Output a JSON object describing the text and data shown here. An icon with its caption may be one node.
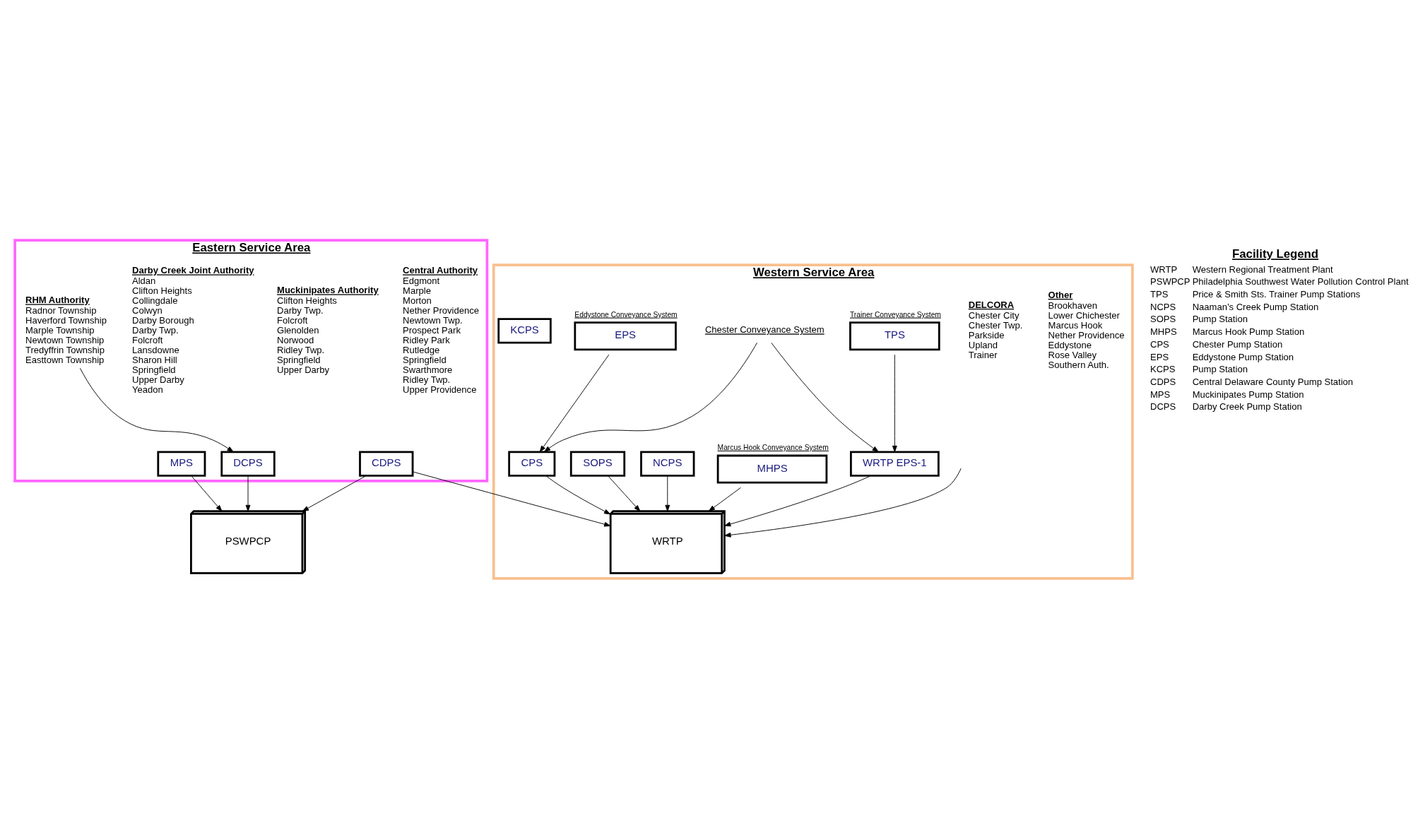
{
  "diagram": {
    "nodes": [
      {
        "text": [
          "Western Service Area"
        ]
      },
      {
        "text": [
          "Other",
          "Brookhaven",
          "Lower Chichester",
          "Marcus Hook",
          "Nether Providence",
          "Eddystone",
          "Rose Valley",
          "Southern Auth."
        ],
        "in": 0
      },
      {
        "text": [
          "DELCORA",
          "Chester City",
          "Chester Twp.",
          "Parkside",
          "Upland",
          "Trainer"
        ],
        "in": 0
      },
      {
        "text": [
          "Trainer Conveyance System",
          "TPS"
        ],
        "in": 0
      },
      {
        "text": [
          "Chester Conveyance System"
        ],
        "in": 0
      },
      {
        "text": [
          "WRTP EPS-1"
        ],
        "in": 0
      },
      {
        "text": [
          "Marcus Hook Conveyance System",
          "MHPS"
        ],
        "in": 0
      },
      {
        "text": [
          "NCPS"
        ],
        "in": 0
      },
      {
        "text": [
          "WRTP"
        ],
        "in": 0
      },
      {
        "text": [
          "SOPS"
        ],
        "in": 0
      },
      {
        "text": [
          "CPS"
        ],
        "in": 0
      },
      {
        "text": [
          "Eddystone Conveyance System",
          "EPS"
        ],
        "in": 0
      },
      {
        "text": [
          "KCPS"
        ],
        "in": 0
      },
      {
        "text": [
          "Eastern Service Area"
        ]
      },
      {
        "text": [
          "Central Authority",
          "Edgmont",
          "Marple",
          "Morton",
          "Nether Providence",
          "Newtown Twp.",
          "Prospect Park",
          "Ridley Park",
          "Rutledge",
          "Springfield",
          "Swarthmore",
          "Ridley Twp.",
          "Upper Providence"
        ],
        "in": 13
      },
      {
        "text": [
          "Muckinipates Authority",
          "Clifton Heights",
          "Darby Twp.",
          "Folcroft",
          "Glenolden",
          "Norwood",
          "Ridley Twp.",
          "Springfield",
          "Upper Darby"
        ],
        "in": 13
      },
      {
        "text": [
          "Darby Creek Joint Authority",
          "Aldan",
          "Clifton Heights",
          "Collingdale",
          "Colwyn",
          "Darby Borough",
          "Darby Twp.",
          "Folcroft",
          "Lansdowne",
          "Sharon Hill",
          "Springfield",
          "Upper Darby",
          "Yeadon"
        ],
        "in": 13
      },
      {
        "text": [
          "RHM Authority",
          "Radnor Township",
          "Haverford Township",
          "Marple Township",
          "Newtown Township",
          "Tredyffrin Township",
          "Easttown Township"
        ],
        "in": 13
      },
      {
        "text": [
          "CDPS"
        ],
        "in": 13
      },
      {
        "text": [
          "MPS"
        ],
        "in": 13
      },
      {
        "text": [
          "DCPS"
        ],
        "in": 13
      },
      {
        "text": [
          "PSWPCP"
        ]
      }
    ],
    "edges": [
      {
        "from": 3,
        "to": 5,
        "arrow": "to"
      },
      {
        "from": 4,
        "to": 5,
        "arrow": "to"
      },
      {
        "from": 4,
        "to": 10,
        "arrow": "to"
      },
      {
        "from": 5,
        "to": 8,
        "arrow": "to"
      },
      {
        "from": 6,
        "to": 8,
        "arrow": "to"
      },
      {
        "from": 7,
        "to": 8,
        "arrow": "to"
      },
      {
        "from": 9,
        "to": 8,
        "arrow": "to"
      },
      {
        "from": 10,
        "to": 8,
        "arrow": "to"
      },
      {
        "from": 11,
        "to": 10,
        "arrow": "to"
      },
      {
        "from": null,
        "to": 8,
        "arrow": "to"
      },
      {
        "from": 18,
        "to": 8,
        "arrow": "to"
      },
      {
        "from": 18,
        "to": 21,
        "arrow": "to"
      },
      {
        "from": 19,
        "to": 21,
        "arrow": "to"
      },
      {
        "from": 20,
        "to": 21,
        "arrow": "to"
      },
      {
        "from": 17,
        "to": 20,
        "arrow": "to"
      }
    ],
    "labels": [
      "Facility Legend",
      "WRTP",
      "Western Regional Treatment Plant",
      "PSWPCP",
      "Philadelphia Southwest Water Pollution Control Plant",
      "TPS",
      "Price & Smith Sts. Trainer Pump Stations",
      "NCPS",
      "Naaman’s Creek Pump Station",
      "SOPS",
      "Pump Station",
      "MHPS",
      "Marcus Hook Pump Station",
      "CPS",
      "Chester Pump Station",
      "EPS",
      "Eddystone Pump Station",
      "KCPS",
      "Pump Station",
      "CDPS",
      "Central Delaware County Pump Station",
      "MPS",
      "Muckinipates Pump Station",
      "DCPS",
      "Darby Creek Pump Station"
    ]
  }
}
